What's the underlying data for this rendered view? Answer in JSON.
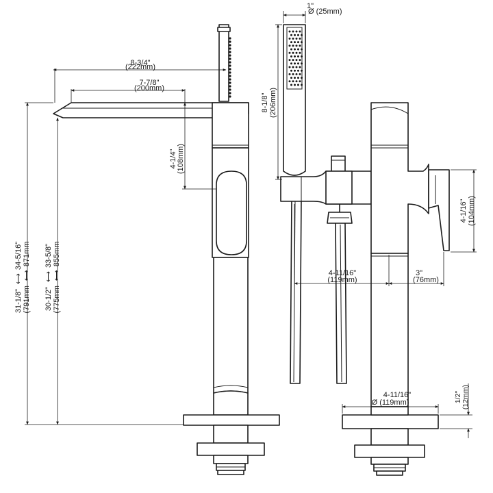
{
  "colors": {
    "stroke": "#1a1a1a",
    "background": "#ffffff"
  },
  "dimensions": {
    "spout_reach_overall": {
      "imperial": "8-3/4\"",
      "metric": "(222mm)"
    },
    "spout_reach": {
      "imperial": "7-7/8\"",
      "metric": "(200mm)"
    },
    "spout_to_handle": {
      "imperial": "4-1/4\"",
      "metric": "(108mm)"
    },
    "overall_height": {
      "imperial": "34-5/16\"",
      "metric": "871mm"
    },
    "spout_height": {
      "imperial": "33-5/8\"",
      "metric": "855mm"
    },
    "height_a": {
      "imperial": "31-1/8\"",
      "metric": "(791mm"
    },
    "height_b": {
      "imperial": "30-1/2\"",
      "metric": "(775mm"
    },
    "handshower_diameter": {
      "imperial": "1\"",
      "metric": "(25mm)"
    },
    "handshower_length": {
      "imperial": "8-1/8\"",
      "metric": "(206mm)"
    },
    "holder_offset": {
      "imperial": "4-11/16\"",
      "metric": "(119mm)"
    },
    "lever_offset": {
      "imperial": "3\"",
      "metric": "(76mm)"
    },
    "lever_height": {
      "imperial": "4-1/16\"",
      "metric": "(104mm)"
    },
    "base_diameter": {
      "prefix": "Ø",
      "imperial": "4-11/16\"",
      "metric": "(119mm)"
    },
    "base_thickness": {
      "imperial": "1/2\"",
      "metric": "(12mm)"
    }
  }
}
